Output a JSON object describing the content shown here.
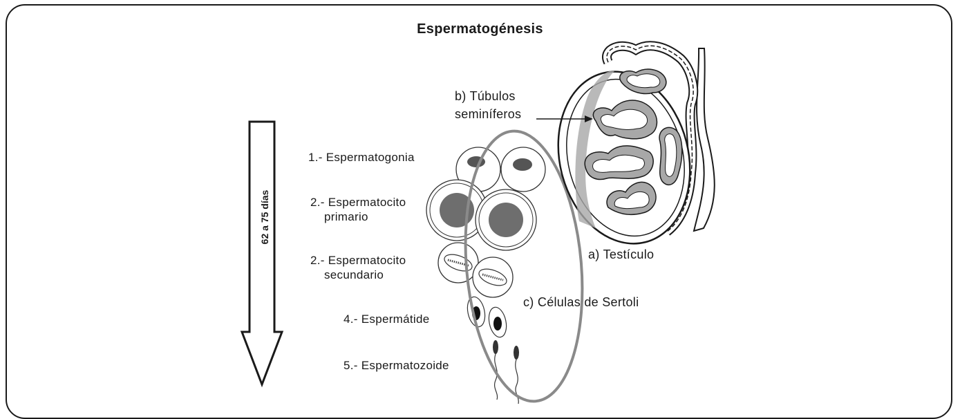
{
  "title": "Espermatogénesis",
  "time_arrow_label": "62 a 75 días",
  "stages": {
    "s1": "1.- Espermatogonia",
    "s2_line1": "2.- Espermatocito",
    "s2_line2": "primario",
    "s3_line1": "2.- Espermatocito",
    "s3_line2": "secundario",
    "s4": "4.- Espermátide",
    "s5": "5.- Espermatozoide"
  },
  "structures": {
    "testiculo": "a) Testículo",
    "tubulos_line1": "b) Túbulos",
    "tubulos_line2": "seminíferos",
    "sertoli": "c) Células de Sertoli"
  },
  "colors": {
    "ink": "#1a1a1a",
    "nucleus_gray": "#6e6e6e",
    "tubule_gray": "#a8a8a8",
    "sertoli_ring": "#8a8a8a"
  }
}
